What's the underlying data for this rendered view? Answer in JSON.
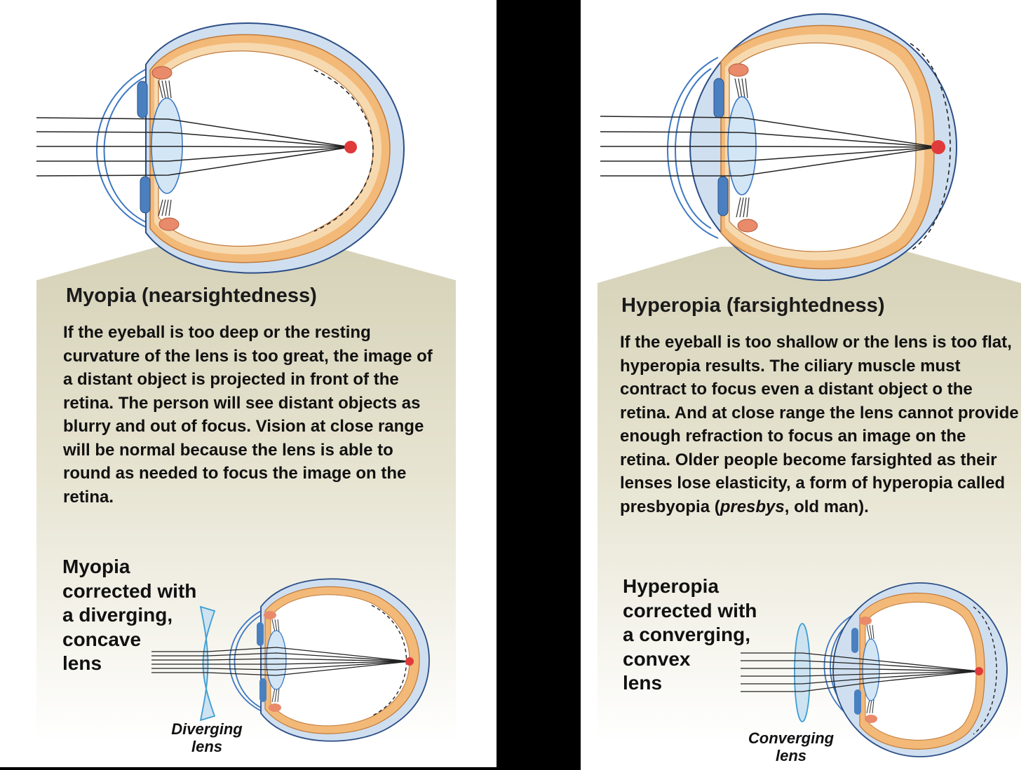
{
  "myopia": {
    "title": "Myopia (nearsightedness)",
    "description": "If the eyeball is too deep or the resting curvature of the lens is too great, the image of a distant object is projected in front of the retina. The person will see distant objects as blurry and out of focus. Vision at close range will be normal because the lens is able to round as needed to focus the image on the retina.",
    "correction_lines": [
      "Myopia",
      "corrected with",
      "a diverging,",
      "concave",
      "lens"
    ],
    "lens_label_lines": [
      "Diverging",
      "lens"
    ]
  },
  "hyperopia": {
    "title": "Hyperopia (farsightedness)",
    "description_parts": {
      "text_before": "If the eyeball is too shallow or the lens is too flat, hyperopia results. The ciliary muscle must contract to focus even a distant object o the retina. And at close range the lens cannot provide enough refraction to focus an image on the retina. Older people become farsighted as their lenses lose elasticity, a form of hyperopia called presbyopia (",
      "italic_term": "presbys",
      "text_after": ", old man)."
    },
    "correction_lines": [
      "Hyperopia",
      "corrected with",
      "a converging,",
      "convex",
      "lens"
    ],
    "lens_label_lines": [
      "Converging",
      "lens"
    ]
  },
  "colors": {
    "panel_fill": "#e2dfcb",
    "sclera": "#cfdff0",
    "choroid": "#f2b978",
    "retina_band": "#f7d9b0",
    "ciliary": "#e98a6a",
    "iris": "#4a80c0",
    "lens": "#d3e6f6",
    "outline": "#2c4e86",
    "focal_point": "#e03a3a",
    "divider": "#000000"
  }
}
